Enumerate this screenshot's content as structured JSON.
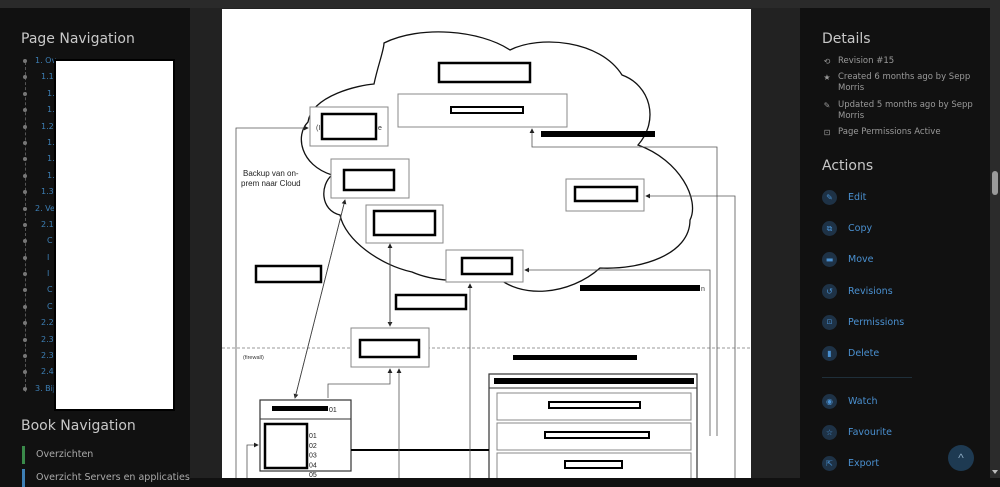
{
  "page_navigation": {
    "title": "Page Navigation",
    "items": [
      {
        "label": "1. Ov",
        "level": 0
      },
      {
        "label": "1.1",
        "level": 1
      },
      {
        "label": "1.",
        "level": 2
      },
      {
        "label": "1.",
        "level": 2
      },
      {
        "label": "1.2",
        "level": 1
      },
      {
        "label": "1.",
        "level": 2
      },
      {
        "label": "1.",
        "level": 2
      },
      {
        "label": "1.",
        "level": 2
      },
      {
        "label": "1.3",
        "level": 1
      },
      {
        "label": "2. Ve",
        "level": 0
      },
      {
        "label": "2.1",
        "level": 1
      },
      {
        "label": "C",
        "level": 2
      },
      {
        "label": "I",
        "level": 2
      },
      {
        "label": "I",
        "level": 2
      },
      {
        "label": "C",
        "level": 2
      },
      {
        "label": "C",
        "level": 2
      },
      {
        "label": "2.2",
        "level": 1
      },
      {
        "label": "2.3",
        "level": 1
      },
      {
        "label": "2.3",
        "level": 1
      },
      {
        "label": "2.4",
        "level": 1
      },
      {
        "label": "3. Bij",
        "level": 0
      }
    ]
  },
  "book_navigation": {
    "title": "Book Navigation",
    "items": [
      {
        "label": "Overzichten",
        "color": "#3a8a4a"
      },
      {
        "label": "Overzicht Servers en applicaties",
        "color": "#3d7fb5"
      }
    ]
  },
  "diagram": {
    "backup_label_line1": "Backup van on-",
    "backup_label_line2": "prem naar Cloud",
    "firewall_label": "(firewall)",
    "server_header_suffix": "01",
    "server_ports": [
      "01",
      "02",
      "03",
      "04",
      "05"
    ],
    "left_box_prefix": "(I",
    "left_box_suffix": "e",
    "trailing_n": "n"
  },
  "details": {
    "title": "Details",
    "revision": "Revision #15",
    "created": "Created 6 months ago by Sepp Morris",
    "updated": "Updated 5 months ago by Sepp Morris",
    "permissions": "Page Permissions Active"
  },
  "actions": {
    "title": "Actions",
    "items": [
      {
        "label": "Edit",
        "icon": "pencil-icon",
        "glyph": "✎"
      },
      {
        "label": "Copy",
        "icon": "copy-icon",
        "glyph": "⧉"
      },
      {
        "label": "Move",
        "icon": "folder-icon",
        "glyph": "▬"
      },
      {
        "label": "Revisions",
        "icon": "history-icon",
        "glyph": "↺"
      },
      {
        "label": "Permissions",
        "icon": "lock-icon",
        "glyph": "🔒"
      },
      {
        "label": "Delete",
        "icon": "trash-icon",
        "glyph": "▮"
      }
    ],
    "secondary": [
      {
        "label": "Watch",
        "icon": "eye-icon",
        "glyph": "◉"
      },
      {
        "label": "Favourite",
        "icon": "star-icon",
        "glyph": "☆"
      },
      {
        "label": "Export",
        "icon": "export-icon",
        "glyph": "⇱"
      }
    ]
  },
  "back_to_top": {
    "glyph": "^"
  }
}
